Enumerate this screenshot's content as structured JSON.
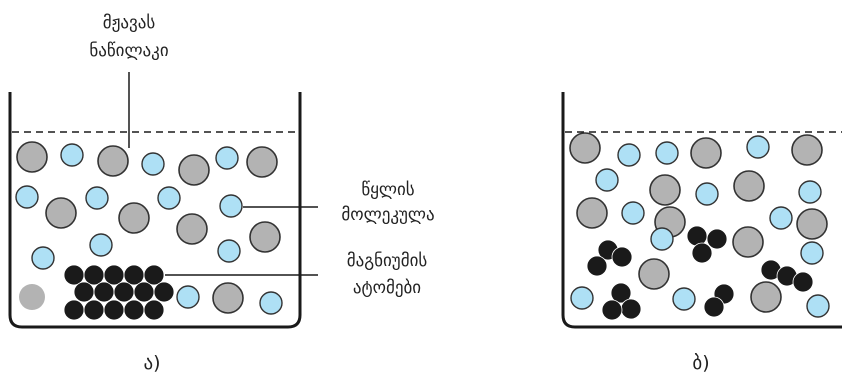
{
  "labels": {
    "acid_particle_line1": "მჟავას",
    "acid_particle_line2": "ნაწილაკი",
    "water_molecule_line1": "წყლის",
    "water_molecule_line2": "მოლეკულა",
    "magnesium_atoms_line1": "მაგნიუმის",
    "magnesium_atoms_line2": "ატომები"
  },
  "captions": {
    "panel_a": "ა)",
    "panel_b": "ბ)"
  },
  "colors": {
    "acid_particle": "#b3b3b3",
    "water_molecule": "#aee0f5",
    "magnesium_atom": "#1a1a1a",
    "outline": "#333333"
  }
}
